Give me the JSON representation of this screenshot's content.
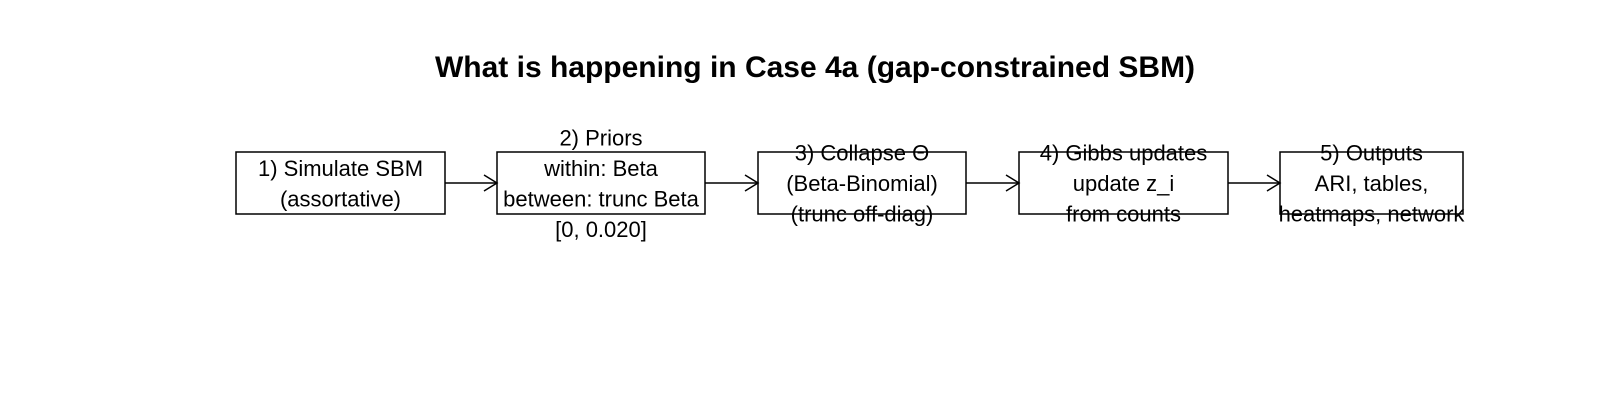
{
  "title": "What is happening in Case 4a (gap-constrained SBM)",
  "steps": [
    {
      "lines": [
        "1) Simulate SBM",
        "(assortative)"
      ]
    },
    {
      "lines": [
        "2) Priors",
        "within: Beta",
        "between: trunc Beta",
        "[0, 0.020]"
      ]
    },
    {
      "lines": [
        "3) Collapse Θ",
        "(Beta-Binomial)",
        "(trunc off-diag)"
      ]
    },
    {
      "lines": [
        "4) Gibbs updates",
        "update z_i",
        "from counts"
      ]
    },
    {
      "lines": [
        "5) Outputs",
        "ARI, tables,",
        "heatmaps, network"
      ]
    }
  ],
  "colors": {
    "stroke": "#000000",
    "text": "#000000",
    "background": "#ffffff"
  }
}
